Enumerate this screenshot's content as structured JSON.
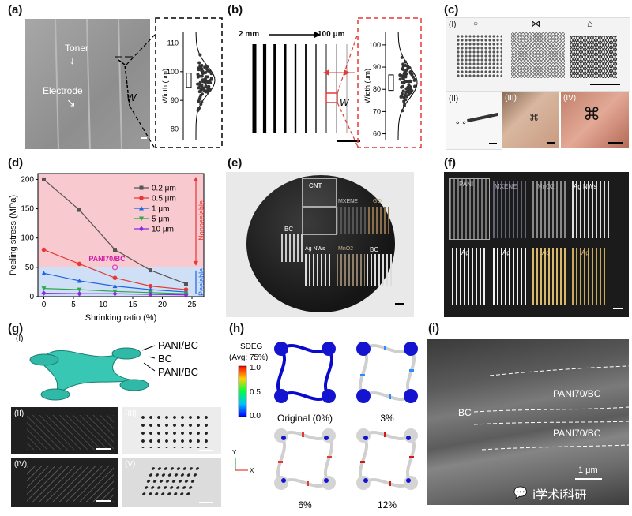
{
  "panels": {
    "a": {
      "label": "(a)",
      "toner": "Toner",
      "electrode": "Electrode",
      "w": "W",
      "ylabel": "Width (um)",
      "yticks": [
        "110",
        "100",
        "90",
        "80"
      ],
      "ylim": [
        76,
        114
      ]
    },
    "b": {
      "label": "(b)",
      "scale_left": "2 mm",
      "scale_right": "100 μm",
      "w": "W",
      "ylabel": "Width (um)",
      "yticks": [
        "100",
        "90",
        "80",
        "70",
        "60"
      ],
      "ylim": [
        57,
        106
      ]
    },
    "c": {
      "label": "(c)",
      "sub1": "(I)",
      "sub2": "(II)",
      "sub3": "(III)",
      "sub4": "(IV)"
    },
    "d": {
      "label": "(d)"
    },
    "e": {
      "label": "(e)",
      "tags": [
        "CNT",
        "MXENE",
        "GO",
        "BC",
        "Ag NWs",
        "MnO2",
        "BC"
      ]
    },
    "f": {
      "label": "(f)",
      "tags": [
        "PANI",
        "MXENE",
        "MnO2",
        "Ag NWs",
        "Ag",
        "Ag",
        "Ag",
        "Ag"
      ]
    },
    "g": {
      "label": "(g)",
      "sub1": "(I)",
      "sub2": "(II)",
      "sub3": "(III)",
      "sub4": "(IV)",
      "sub5": "(V)",
      "layer_top": "PANI/BC",
      "layer_mid": "BC",
      "layer_bot": "PANI/BC"
    },
    "h": {
      "label": "(h)",
      "title": "SDEG",
      "subtitle": "(Avg: 75%)",
      "cb_ticks": [
        "1.0",
        "0.5",
        "0.0"
      ],
      "states": [
        "Original (0%)",
        "3%",
        "6%",
        "12%"
      ],
      "axis_y": "Y",
      "axis_x": "X"
    },
    "i": {
      "label": "(i)",
      "layer_top": "PANI70/BC",
      "layer_mid": "BC",
      "layer_bot": "PANI70/BC",
      "scale": "1 μm",
      "watermark": "i学术i科研"
    }
  },
  "chart_data": {
    "type": "line",
    "xlabel": "Shrinking ratio (%)",
    "ylabel": "Peeling stress (MPa)",
    "xlim": [
      -1,
      27
    ],
    "ylim": [
      0,
      210
    ],
    "xticks": [
      0,
      5,
      10,
      15,
      20,
      25
    ],
    "yticks": [
      0,
      50,
      100,
      150,
      200
    ],
    "x": [
      0,
      6,
      12,
      18,
      24
    ],
    "series": [
      {
        "name": "0.2 μm",
        "color": "#555555",
        "marker": "square",
        "values": [
          200,
          148,
          80,
          45,
          22
        ]
      },
      {
        "name": "0.5 μm",
        "color": "#e53935",
        "marker": "circle",
        "values": [
          80,
          56,
          32,
          18,
          12
        ]
      },
      {
        "name": "1 μm",
        "color": "#1e63e0",
        "marker": "triangle",
        "values": [
          40,
          27,
          18,
          12,
          8
        ]
      },
      {
        "name": "5 μm",
        "color": "#2aa84a",
        "marker": "tri-down",
        "values": [
          14,
          12,
          9,
          7,
          5
        ]
      },
      {
        "name": "10 μm",
        "color": "#8a2be2",
        "marker": "diamond",
        "values": [
          6,
          5,
          5,
          4,
          3
        ]
      }
    ],
    "regions": {
      "upper": "Nonpeelable",
      "lower": "Peelable",
      "threshold": 50
    },
    "annotation": {
      "text": "PANI70/BC",
      "x": 12,
      "y": 50
    }
  }
}
